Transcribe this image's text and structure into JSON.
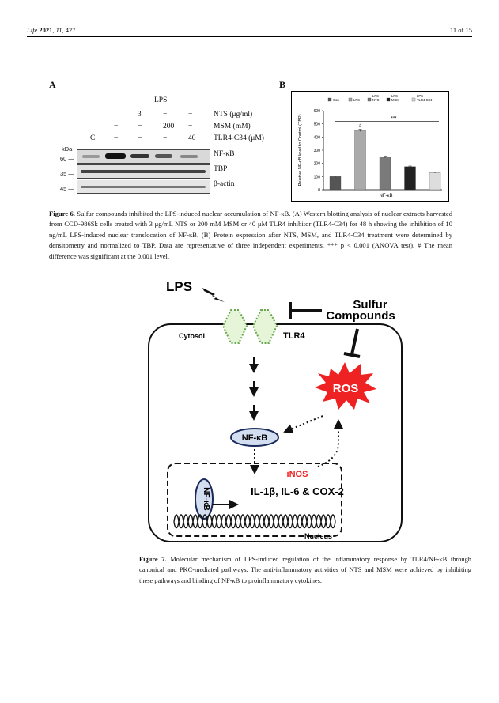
{
  "header": {
    "journal": "Life",
    "year": "2021",
    "volume": "11",
    "article": "427",
    "page_label": "11 of 15"
  },
  "figure6": {
    "panel_a_letter": "A",
    "panel_b_letter": "B",
    "western_blot": {
      "lps_label": "LPS",
      "row_labels": [
        "NTS (μg/ml)",
        "MSM (mM)",
        "TLR4-C34 (μM)"
      ],
      "rows": [
        [
          "",
          "",
          "3",
          "−",
          "−"
        ],
        [
          "",
          "−",
          "−",
          "200",
          "−"
        ],
        [
          "C",
          "−",
          "−",
          "−",
          "40"
        ]
      ],
      "kda_label": "kDa",
      "markers": [
        "60",
        "35",
        "45"
      ],
      "band_labels": [
        "NF-κB",
        "TBP",
        "β-actin"
      ]
    },
    "caption_label": "Figure 6.",
    "caption_text": "Sulfur compounds inhibited the LPS-induced nuclear accumulation of NF-κB. (A) Western blotting analysis of nuclear extracts harvested from CCD-986Sk cells treated with 3 μg/mL NTS or 200 mM MSM or 40 μM TLR4 inhibitor (TLR4-C34) for 48 h showing the inhibition of 10 ng/mL LPS-induced nuclear translocation of NF-κB. (B) Protein expression after NTS, MSM, and TLR4-C34 treatment were determined by densitometry and normalized to TBP. Data are representative of three independent experiments. *** p < 0.001 (ANOVA test). # The mean difference was significant at the 0.001 level."
  },
  "chart_data": {
    "type": "bar",
    "categories": [
      "Con",
      "LPS",
      "LPS NTS",
      "LPS MSM",
      "LPS TLR4-C34"
    ],
    "legend": [
      "Con",
      "LPS",
      "LPS\nNTS",
      "LPS\nMSM",
      "LPS\nTLR4-C34"
    ],
    "values": [
      100,
      450,
      248,
      175,
      130
    ],
    "errors": [
      5,
      8,
      6,
      5,
      4
    ],
    "colors": [
      "#555555",
      "#aaaaaa",
      "#7a7a7a",
      "#222222",
      "#dddddd"
    ],
    "xlabel": "NF-κB",
    "ylabel": "Relative NF-κB level to Control (TBP)",
    "ylim": [
      0,
      600
    ],
    "yticks": [
      0,
      100,
      200,
      300,
      400,
      500,
      600
    ],
    "significance": "***",
    "hash_mark": "#",
    "legend_position": "top"
  },
  "figure7": {
    "lps": "LPS",
    "sulfur_line1": "Sulfur",
    "sulfur_line2": "Compounds",
    "cytosol": "Cytosol",
    "tlr4": "TLR4",
    "ros": "ROS",
    "nfkb": "NF-κB",
    "inos": "iNOS",
    "cytokines": "IL-1β, IL-6 & COX-2",
    "nfkb_dna": "NF-κB",
    "nucleus": "Nucleus",
    "colors": {
      "tlr4_fill": "#e6f5d8",
      "tlr4_stroke": "#6aa84f",
      "ros": "#ee2222",
      "nfkb_fill": "#d3def0",
      "inos": "#ee2222"
    },
    "caption_label": "Figure 7.",
    "caption_text": "Molecular mechanism of LPS-induced regulation of the inflammatory response by TLR4/NF-κB through canonical and PKC-mediated pathways. The anti-inflammatory activities of NTS and MSM were achieved by inhibiting these pathways and binding of NF-κB to proinflammatory cytokines."
  }
}
